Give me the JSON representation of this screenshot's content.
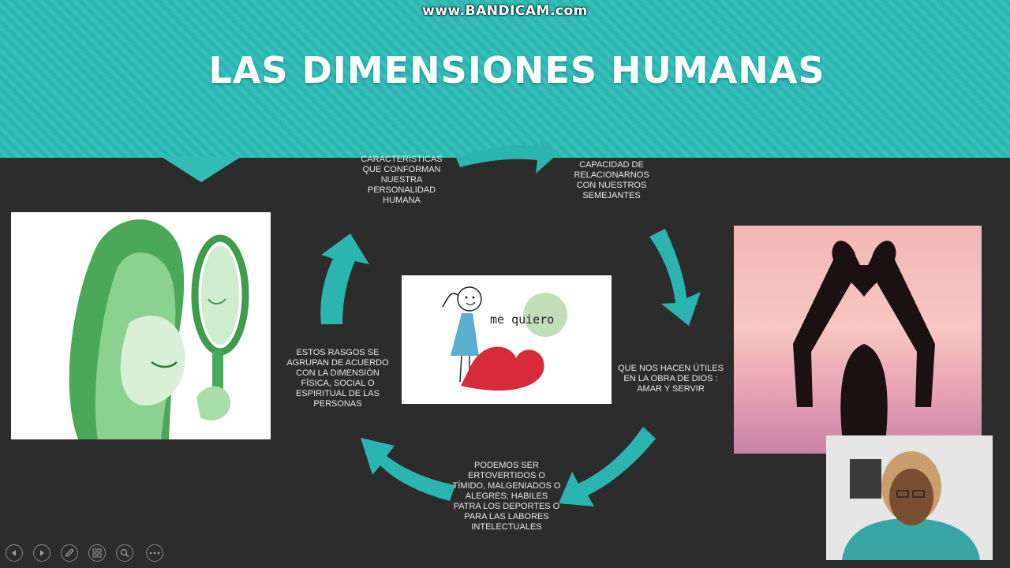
{
  "watermark": "www.BANDICAM.com",
  "slide": {
    "title": "LAS DIMENSIONES HUMANAS",
    "captions": {
      "top_left": "CARACTERÍSTICAS QUE CONFORMAN NUESTRA PERSONALIDAD HUMANA",
      "top_right": "CAPACIDAD DE RELACIONARNOS CON NUESTROS SEMEJANTES",
      "right": "QUE NOS HACEN ÚTILES EN LA OBRA DE DIOS : AMAR Y SERVIR",
      "bottom": "PODEMOS SER ERTOVERTIDOS O TÍMIDO, MALGENIADOS O ALEGRES; HABILES PATRA LOS DEPORTES O PARA LAS LABORES INTELECTUALES",
      "left": "ESTOS RASGOS SE AGRUPAN DE ACUERDO CON LA DIMENSIÓN FÍSICA, SOCIAL O ESPIRITUAL DE LAS PERSONAS"
    },
    "center_image_text": "me quiero"
  },
  "colors": {
    "accent": "#2bb5b0",
    "background": "#2c2c2c",
    "caption_text": "#e8e8e8"
  },
  "controls": [
    {
      "name": "previous-slide-button",
      "icon": "arrow-left-icon"
    },
    {
      "name": "next-slide-button",
      "icon": "arrow-right-icon"
    },
    {
      "name": "pen-tool-button",
      "icon": "pen-icon"
    },
    {
      "name": "see-all-slides-button",
      "icon": "grid-icon"
    },
    {
      "name": "zoom-button",
      "icon": "magnifier-icon"
    },
    {
      "name": "more-options-button",
      "icon": "ellipsis-icon"
    }
  ]
}
